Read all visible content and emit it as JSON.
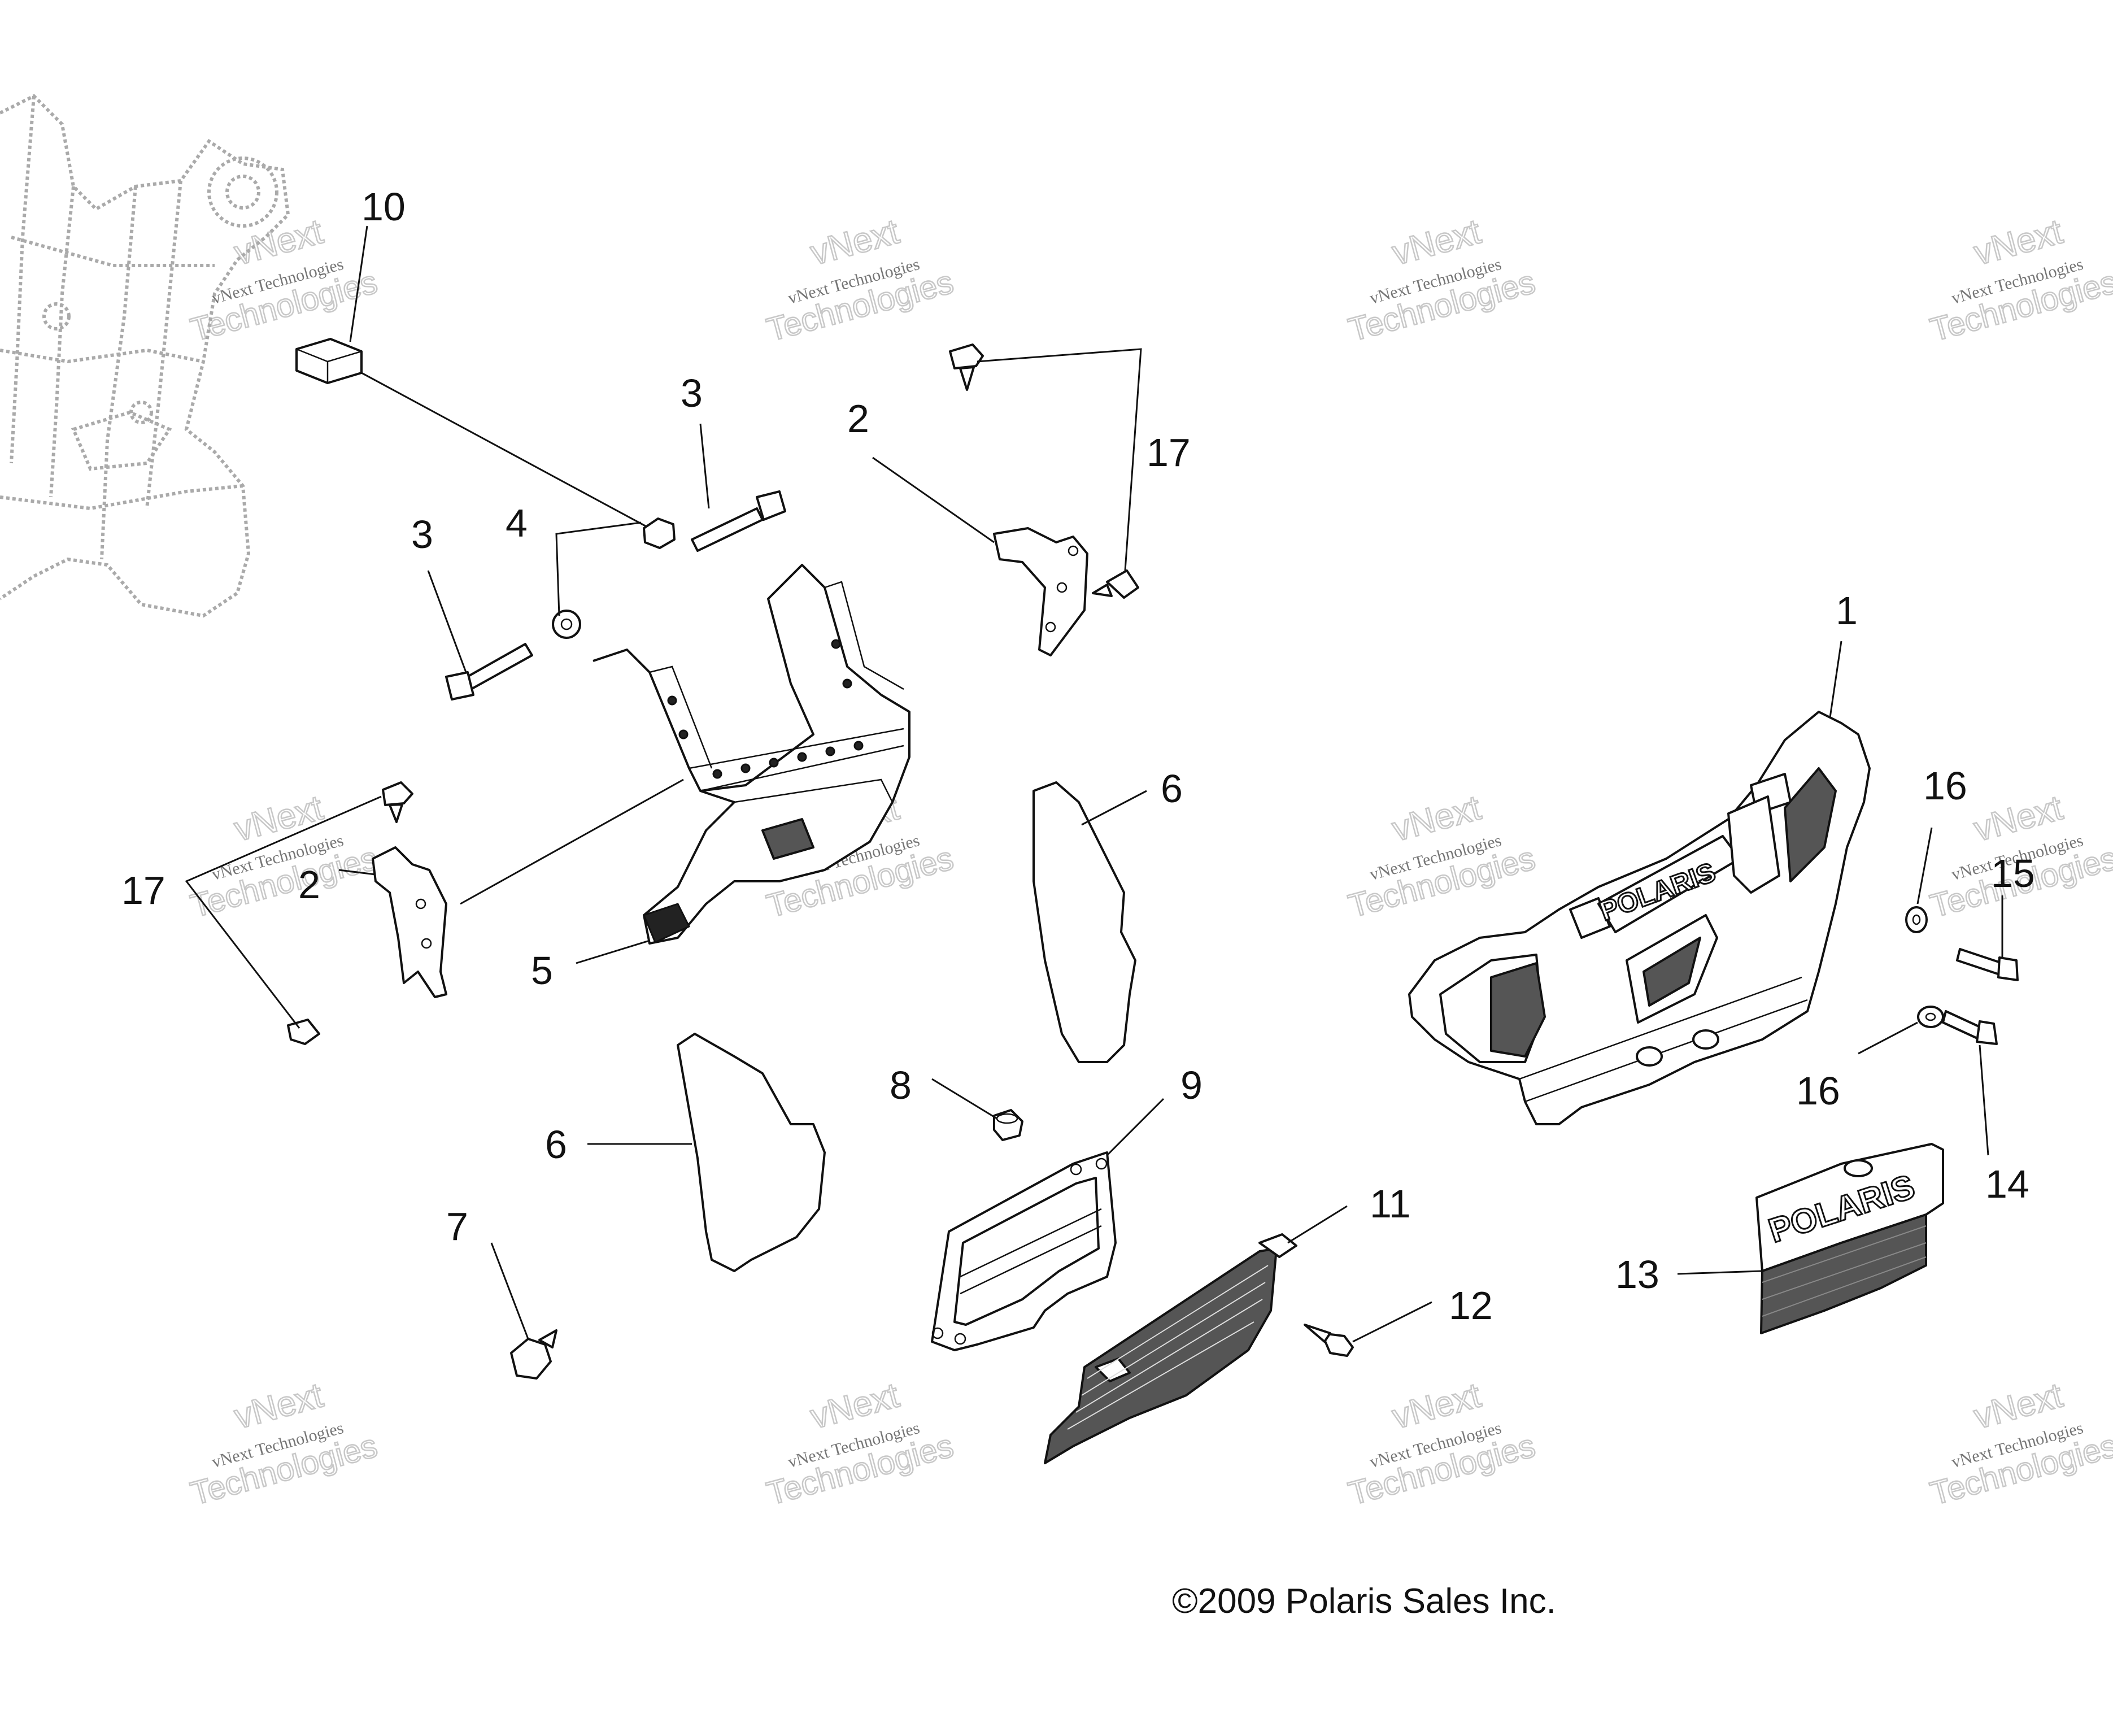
{
  "diagram": {
    "callouts": {
      "c1": "1",
      "c2a": "2",
      "c2b": "2",
      "c3a": "3",
      "c3b": "3",
      "c4": "4",
      "c5": "5",
      "c6a": "6",
      "c6b": "6",
      "c7": "7",
      "c8": "8",
      "c9": "9",
      "c10": "10",
      "c11": "11",
      "c12": "12",
      "c13": "13",
      "c14": "14",
      "c15": "15",
      "c16a": "16",
      "c16b": "16",
      "c17a": "17",
      "c17b": "17"
    },
    "copyright": "©2009 Polaris Sales Inc.",
    "logo_text": "POLARIS",
    "watermark": {
      "line1": "vNext Technologies",
      "line2": "vNext",
      "line3": "Technologies"
    }
  }
}
